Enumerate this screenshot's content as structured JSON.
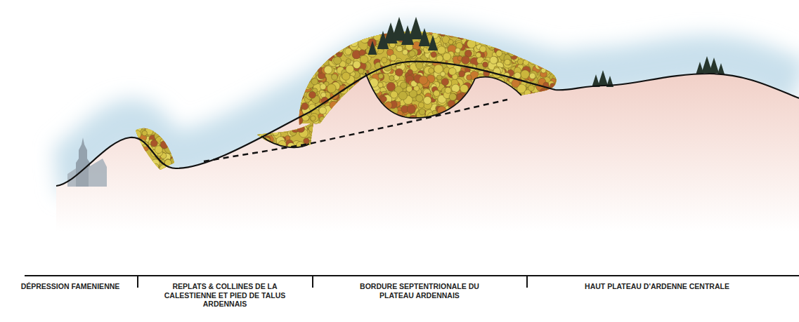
{
  "diagram": {
    "labels": [
      "DÉPRESSION FAMENIENNE",
      "REPLATS & COLLINES DE LA CALESTIENNE ET PIED DE TALUS ARDENNAIS",
      "BORDURE SEPTENTRIONALE DU PLATEAU ARDENNAIS",
      "HAUT PLATEAU D'ARDENNE CENTRALE"
    ]
  }
}
